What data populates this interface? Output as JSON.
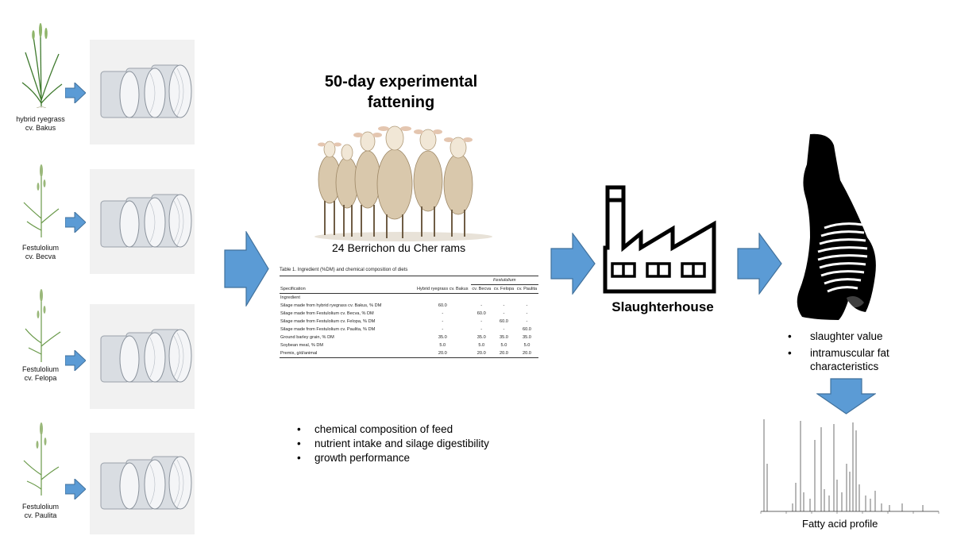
{
  "plants": [
    {
      "label": "hybrid ryegrass\ncv. Bakus"
    },
    {
      "label": "Festulolium\ncv. Becva"
    },
    {
      "label": "Festulolium\ncv. Felopa"
    },
    {
      "label": "Festulolium\ncv. Paulita"
    }
  ],
  "fattening": {
    "title": "50-day experimental fattening",
    "sheep_caption": "24 Berrichon du Cher rams"
  },
  "table": {
    "caption": "Table 1. Ingredient (%DM) and chemical composition of diets",
    "header": {
      "spec": "Specification",
      "hybrid": "Hybrid ryegrass cv. Bakus",
      "group": "Festulolium",
      "becva": "cv. Becva",
      "felopa": "cv. Felopa",
      "paulita": "cv. Paulita"
    },
    "section": "Ingredient",
    "rows": [
      {
        "name": "Silage made from hybrid ryegrass cv. Bakus, % DM",
        "c1": "60.0",
        "c2": "-",
        "c3": "-",
        "c4": "-"
      },
      {
        "name": "Silage made from Festulolium cv. Becva, % DM",
        "c1": "-",
        "c2": "60.0",
        "c3": "-",
        "c4": "-"
      },
      {
        "name": "Silage made from Festulolium cv. Felopa, % DM",
        "c1": "-",
        "c2": "-",
        "c3": "60.0",
        "c4": "-"
      },
      {
        "name": "Silage made from Festulolium cv. Paulita, % DM",
        "c1": "-",
        "c2": "-",
        "c3": "-",
        "c4": "60.0"
      },
      {
        "name": "Ground barley grain, % DM",
        "c1": "35.0",
        "c2": "35.0",
        "c3": "35.0",
        "c4": "35.0"
      },
      {
        "name": "Soybean meal, % DM",
        "c1": "5.0",
        "c2": "5.0",
        "c3": "5.0",
        "c4": "5.0"
      },
      {
        "name": "Premix, g/d/animal",
        "c1": "20.0",
        "c2": "20.0",
        "c3": "20.0",
        "c4": "20.0"
      }
    ]
  },
  "middle_bullets": [
    "chemical composition of feed",
    "nutrient intake and silage digestibility",
    "growth performance"
  ],
  "slaughterhouse": {
    "label": "Slaughterhouse"
  },
  "right_bullets": [
    "slaughter value",
    "intramuscular fat characteristics"
  ],
  "chromatogram": {
    "caption": "Fatty acid profile"
  },
  "colors": {
    "arrow": "#5b9bd5",
    "arrow_border": "#41719c"
  }
}
